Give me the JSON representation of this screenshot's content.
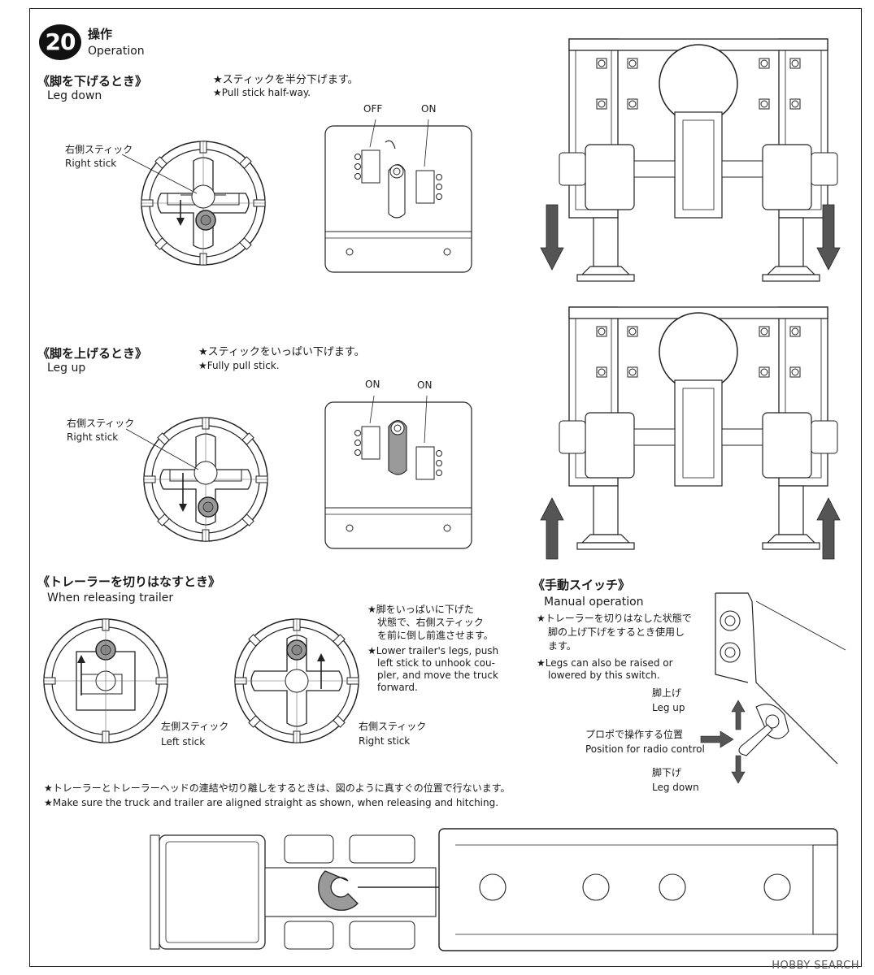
{
  "step": {
    "number": "20",
    "title_jp": "操作",
    "title_en": "Operation"
  },
  "leg_down": {
    "heading_jp": "《脚を下げるとき》",
    "heading_en": "Leg down",
    "note_jp": "★スティックを半分下げます。",
    "note_en": "★Pull stick half-way.",
    "stick_jp": "右側スティック",
    "stick_en": "Right stick",
    "switch_left": "OFF",
    "switch_right": "ON"
  },
  "leg_up": {
    "heading_jp": "《脚を上げるとき》",
    "heading_en": "Leg up",
    "note_jp": "★スティックをいっぱい下げます。",
    "note_en": "★Fully pull stick.",
    "stick_jp": "右側スティック",
    "stick_en": "Right stick",
    "switch_left": "ON",
    "switch_right": "ON"
  },
  "release": {
    "heading_jp": "《トレーラーを切りはなすとき》",
    "heading_en": "When releasing trailer",
    "note_jp": [
      "★脚をいっぱいに下げた",
      "状態で、右側スティック",
      "を前に倒し前進させます。"
    ],
    "note_en": [
      "★Lower trailer's legs, push",
      "left stick to unhook cou-",
      "pler, and move the truck",
      "forward."
    ],
    "left_stick_jp": "左側スティック",
    "left_stick_en": "Left stick",
    "right_stick_jp": "右側スティック",
    "right_stick_en": "Right stick"
  },
  "manual": {
    "heading_jp": "《手動スイッチ》",
    "heading_en": "Manual operation",
    "note_jp": [
      "★トレーラーを切りはなした状態で",
      "脚の上げ下げをするとき使用し",
      "ます。"
    ],
    "note_en": [
      "★Legs can also be raised or",
      "lowered by this switch."
    ],
    "up_jp": "脚上げ",
    "up_en": "Leg up",
    "radio_jp": "プロポで操作する位置",
    "radio_en": "Position for radio control",
    "down_jp": "脚下げ",
    "down_en": "Leg down"
  },
  "alignment": {
    "note_jp": "★トレーラーとトレーラーヘッドの連結や切り離しをするときは、図のように真すぐの位置で行ないます。",
    "note_en": "★Make sure the truck and trailer are aligned straight as shown, when releasing and hitching."
  },
  "watermark": "HOBBY SEARCH",
  "colors": {
    "line": "#222222",
    "arrow": "#555555",
    "shade": "#9a9a9a",
    "light": "#d8d8d8"
  }
}
